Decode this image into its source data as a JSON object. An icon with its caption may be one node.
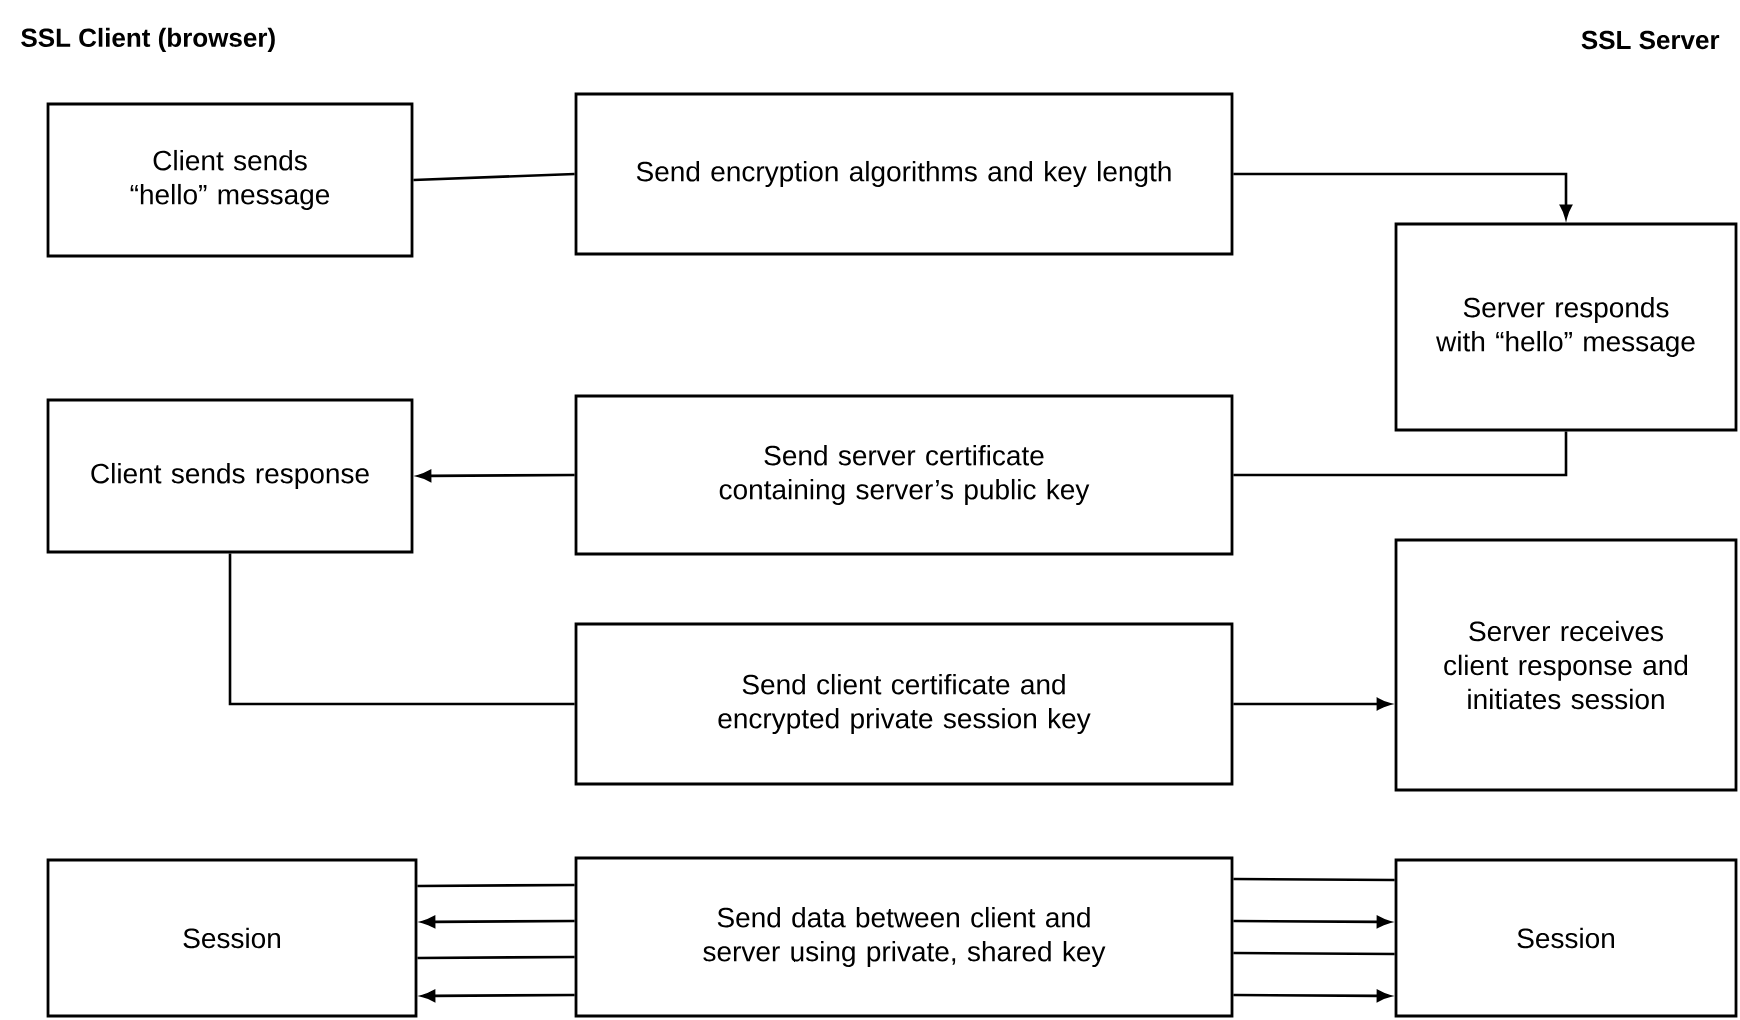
{
  "diagram": {
    "nodes": [
      {
        "text": [
          "Client sends “hello” message"
        ]
      },
      {
        "text": [
          "Send encryption algorithms and key length"
        ]
      },
      {
        "text": [
          "Server responds with “hello” message"
        ]
      },
      {
        "text": [
          "Client sends response"
        ]
      },
      {
        "text": [
          "Send server certificate containing server’s public key"
        ]
      },
      {
        "text": [
          "Send client certificate and encrypted private session key"
        ]
      },
      {
        "text": [
          "Server receives client response and initiates session"
        ]
      },
      {
        "text": [
          "Session"
        ]
      },
      {
        "text": [
          "Send data between client and server using private, shared key"
        ]
      },
      {
        "text": [
          "Session"
        ]
      }
    ],
    "edges": [
      {
        "from": 0,
        "to": 1,
        "arrow": "none"
      },
      {
        "from": 1,
        "to": 2,
        "arrow": "to"
      },
      {
        "from": 2,
        "to": 4,
        "arrow": "none"
      },
      {
        "from": 4,
        "to": 3,
        "arrow": "to"
      },
      {
        "from": 3,
        "to": 5,
        "arrow": "none"
      },
      {
        "from": 5,
        "to": 6,
        "arrow": "to"
      },
      {
        "from": 8,
        "to": 7,
        "arrow": "none"
      },
      {
        "from": 8,
        "to": 7,
        "arrow": "to"
      },
      {
        "from": 8,
        "to": 7,
        "arrow": "none"
      },
      {
        "from": 8,
        "to": 7,
        "arrow": "to"
      },
      {
        "from": 8,
        "to": 9,
        "arrow": "none"
      },
      {
        "from": 8,
        "to": 9,
        "arrow": "to"
      },
      {
        "from": 8,
        "to": 9,
        "arrow": "none"
      },
      {
        "from": 8,
        "to": 9,
        "arrow": "to"
      }
    ],
    "labels": [
      "SSL Client (browser)",
      "SSL Server"
    ]
  }
}
